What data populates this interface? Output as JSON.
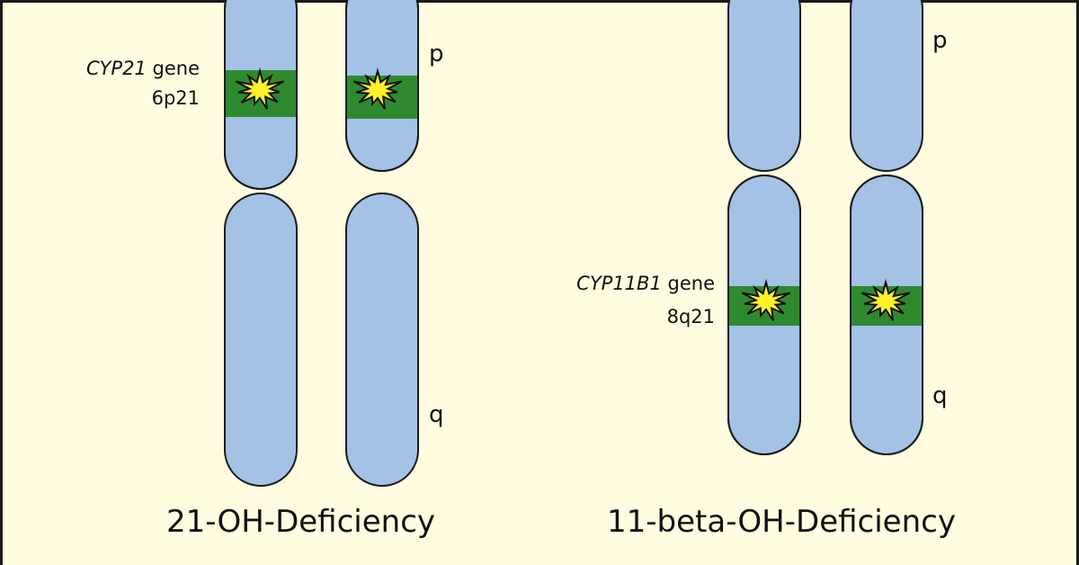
{
  "panels": [
    {
      "caption": "21-OH-Deficiency",
      "gene_name": "CYP21",
      "gene_word": "gene",
      "band": "6p21",
      "arm_p": "p",
      "arm_q": "q"
    },
    {
      "caption": "11-beta-OH-Deficiency",
      "gene_name": "CYP11B1",
      "gene_word": "gene",
      "band": "8q21",
      "arm_p": "p",
      "arm_q": "q"
    }
  ],
  "colors": {
    "background": "#fffce0",
    "chromosome_fill": "#a4c2e6",
    "outline": "#1a1a1a",
    "gene_band": "#2f8a2f",
    "mutation_star": "#fff12a",
    "border": "#1a1a1a"
  },
  "icons": {
    "mutation": "starburst-icon"
  }
}
